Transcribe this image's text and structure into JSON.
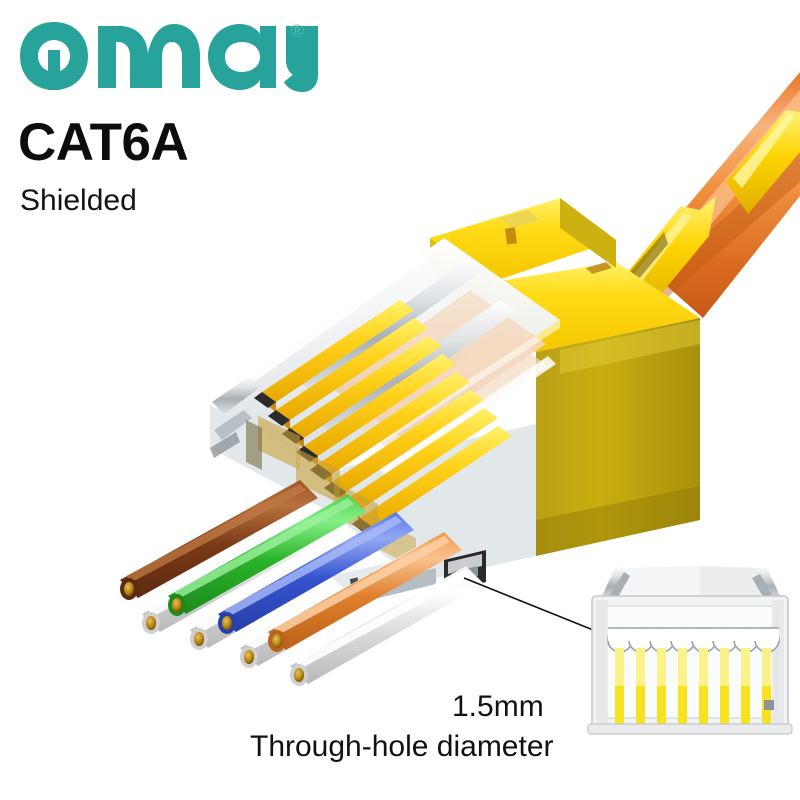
{
  "brand": {
    "logo_text": "omay",
    "logo_color": "#27a39c",
    "registered_symbol": "®",
    "registered_color": "#56b9b2"
  },
  "headings": {
    "category": "CAT6A",
    "subtitle": "Shielded"
  },
  "callouts": {
    "dimension": "1.5mm",
    "caption": "Through-hole diameter"
  },
  "product": {
    "type": "RJ45 pass-through shielded connector",
    "housing_color": "#ffd400",
    "housing_shadow_color": "#9a8a12",
    "clear_body_color": "#e9edf0",
    "contact_pin_color": "#ffd21a",
    "contact_pin_shadow": "#d89b10",
    "cable_jacket_color": "#f08a3c",
    "cable_jacket_highlight": "#f7b27a",
    "shield_band_color": "#ffe23a",
    "leader_line_color": "#111111"
  },
  "wires": [
    {
      "name": "brown",
      "color": "#7b3b1b",
      "highlight": "#a9633a"
    },
    {
      "name": "white-brown",
      "color": "#ededed",
      "highlight": "#ffffff"
    },
    {
      "name": "green",
      "color": "#2fbe2f",
      "highlight": "#77e177"
    },
    {
      "name": "white-green",
      "color": "#ededed",
      "highlight": "#ffffff"
    },
    {
      "name": "blue",
      "color": "#3a5fdc",
      "highlight": "#8098ef"
    },
    {
      "name": "white-blue",
      "color": "#ededed",
      "highlight": "#ffffff"
    },
    {
      "name": "orange",
      "color": "#e5883a",
      "highlight": "#f4b57c"
    },
    {
      "name": "white-orange",
      "color": "#ededed",
      "highlight": "#ffffff"
    }
  ],
  "inset": {
    "label": "front view of pass-through connector",
    "pin_count": 8,
    "hole_count": 8,
    "pin_color": "#f6e53a",
    "body_color": "#f2f3f4"
  }
}
